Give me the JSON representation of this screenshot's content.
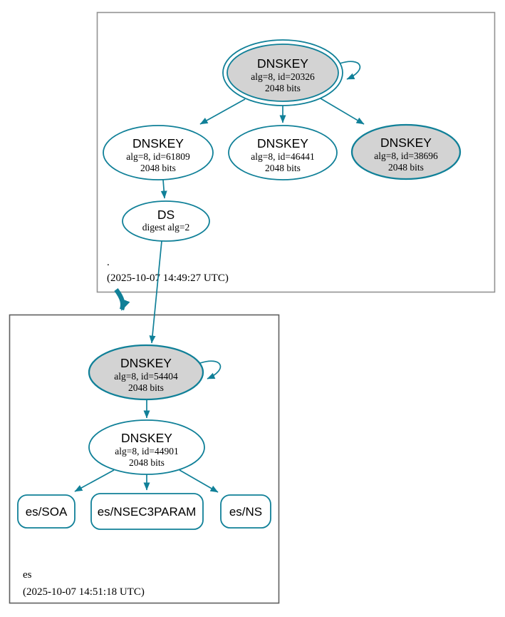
{
  "zones": {
    "root": {
      "name": ".",
      "timestamp": "(2025-10-07 14:49:27 UTC)"
    },
    "es": {
      "name": "es",
      "timestamp": "(2025-10-07 14:51:18 UTC)"
    }
  },
  "nodes": {
    "dnskey_20326": {
      "title": "DNSKEY",
      "detail": "alg=8, id=20326",
      "size": "2048 bits"
    },
    "dnskey_61809": {
      "title": "DNSKEY",
      "detail": "alg=8, id=61809",
      "size": "2048 bits"
    },
    "dnskey_46441": {
      "title": "DNSKEY",
      "detail": "alg=8, id=46441",
      "size": "2048 bits"
    },
    "dnskey_38696": {
      "title": "DNSKEY",
      "detail": "alg=8, id=38696",
      "size": "2048 bits"
    },
    "ds_root": {
      "title": "DS",
      "detail": "digest alg=2"
    },
    "dnskey_54404": {
      "title": "DNSKEY",
      "detail": "alg=8, id=54404",
      "size": "2048 bits"
    },
    "dnskey_44901": {
      "title": "DNSKEY",
      "detail": "alg=8, id=44901",
      "size": "2048 bits"
    },
    "rrset_soa": {
      "label": "es/SOA"
    },
    "rrset_nsec3param": {
      "label": "es/NSEC3PARAM"
    },
    "rrset_ns": {
      "label": "es/NS"
    }
  },
  "colors": {
    "secure_edge_and_node_border": "#108098",
    "ksk_node_fill": "#d3d3d3",
    "zone_box_border_top": "#939393",
    "zone_box_border_bottom": "#5f5f5f",
    "background": "#ffffff"
  }
}
